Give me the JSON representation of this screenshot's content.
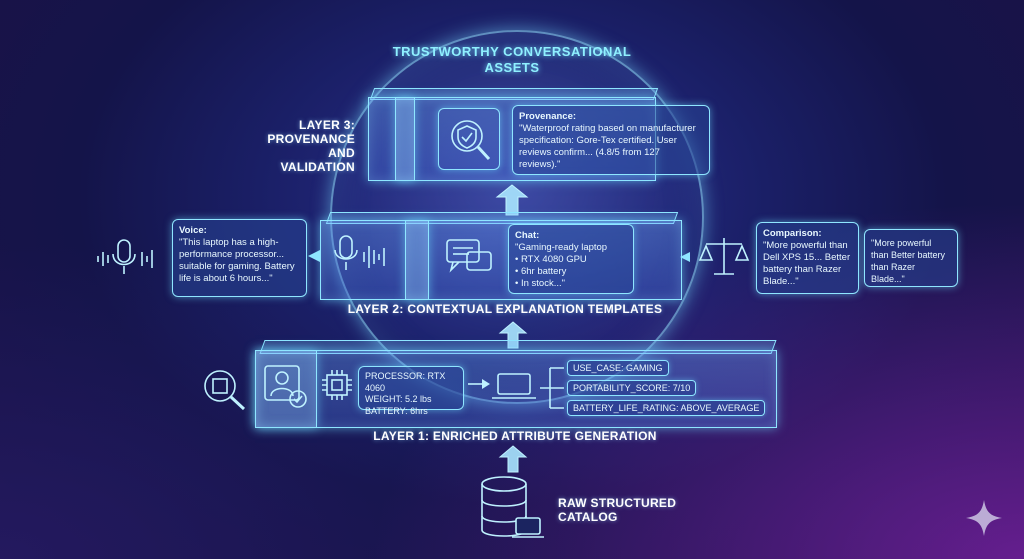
{
  "title": "TRUSTWORTHY CONVERSATIONAL ASSETS",
  "layer3": {
    "label_line1": "LAYER 3:",
    "label_line2": "PROVENANCE AND",
    "label_line3": "VALIDATION",
    "provenance_heading": "Provenance:",
    "provenance_text": "\"Waterproof rating based on manufacturer specification: Gore-Tex certified. User reviews confirm... (4.8/5 from 127 reviews).\""
  },
  "layer2": {
    "label": "LAYER 2: CONTEXTUAL EXPLANATION TEMPLATES",
    "voice_heading": "Voice:",
    "voice_text": "\"This laptop has a high-performance processor... suitable for gaming. Battery life is about 6 hours...\"",
    "chat_heading": "Chat:",
    "chat_lines": [
      "\"Gaming-ready laptop",
      "• RTX 4080 GPU",
      "• 6hr battery",
      "• In stock...\""
    ],
    "comparison_heading": "Comparison:",
    "comparison_text": "\"More powerful than Dell XPS 15... Better battery than Razer Blade...\"",
    "comparison_card_text": "\"More powerful than Better battery than Razer Blade...\""
  },
  "layer1": {
    "label": "LAYER 1: ENRICHED ATTRIBUTE GENERATION",
    "specs": [
      "PROCESSOR: RTX 4060",
      "WEIGHT: 5.2 lbs",
      "BATTERY: 6hrs"
    ],
    "attributes": [
      "USE_CASE: GAMING",
      "PORTABILITY_SCORE: 7/10",
      "BATTERY_LIFE_RATING: ABOVE_AVERAGE"
    ]
  },
  "base": {
    "label_line1": "RAW STRUCTURED",
    "label_line2": "CATALOG"
  },
  "colors": {
    "accent": "#8fe6ff",
    "text": "#e8f8ff"
  }
}
